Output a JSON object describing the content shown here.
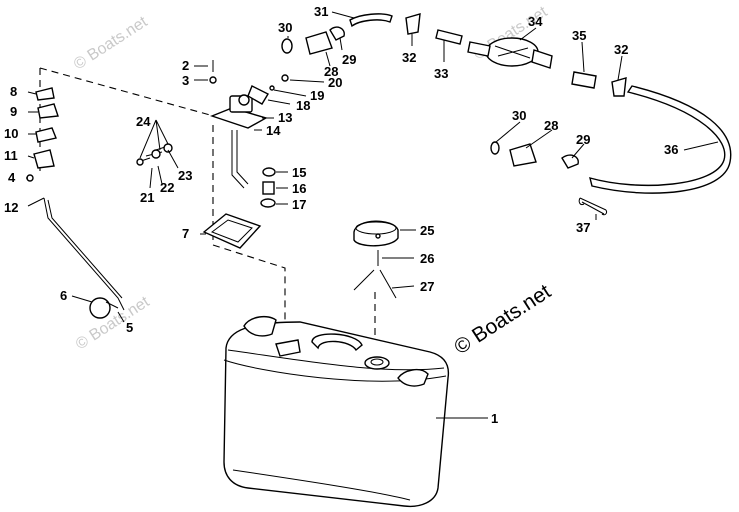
{
  "labels": [
    "1",
    "2",
    "3",
    "4",
    "5",
    "6",
    "7",
    "8",
    "9",
    "10",
    "11",
    "12",
    "13",
    "14",
    "15",
    "16",
    "17",
    "18",
    "19",
    "20",
    "21",
    "22",
    "23",
    "24",
    "25",
    "26",
    "27",
    "28",
    "29",
    "30",
    "31",
    "32",
    "33",
    "34",
    "35",
    "36",
    "37"
  ],
  "extra_labels": {
    "label_28b": "28",
    "label_29b": "29",
    "label_30b": "30",
    "label_32b": "32"
  },
  "watermark": "© Boats.net",
  "copyright": "© Boats.net"
}
